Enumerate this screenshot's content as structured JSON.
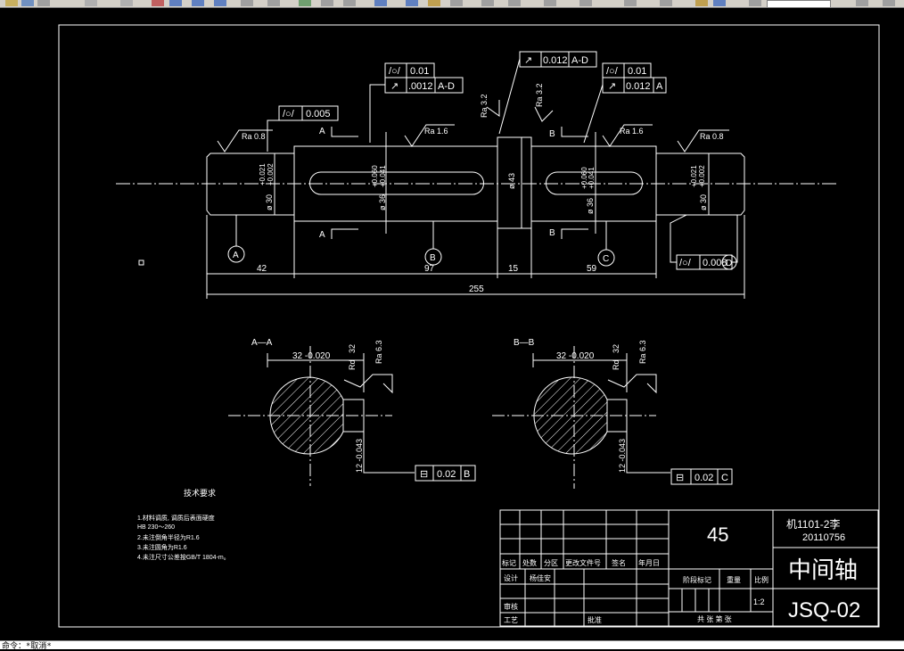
{
  "drawing": {
    "dims": {
      "d42": "42",
      "d97": "97",
      "d15": "15",
      "d59": "59",
      "d255": "255"
    },
    "diameters": {
      "left": "ø 30",
      "keyA": "ø 36",
      "collar": "ø 43",
      "keyB": "ø 36",
      "right": "ø 30"
    },
    "tolerances": {
      "left_up": "+0.021",
      "left_low": "+0.002",
      "keyA_up": "+0.060",
      "keyA_low": "+0.041",
      "keyB_up": "+0.060",
      "keyB_low": "+0.041",
      "right_up": "+0.021",
      "right_low": "+0.002"
    },
    "gdt": {
      "g1_sym": "/○/",
      "g1_val": "0.005",
      "g2a_val": "0.01",
      "g2b_val": ".0012",
      "g2b_ref": "A-D",
      "g3_val": "0.012",
      "g3_ref": "A-D",
      "g4a_val": "0.01",
      "g4b_val": "0.012",
      "g4b_ref": "A",
      "g5_val": "0.008",
      "g6_val": "0.02",
      "g6_ref": "B",
      "g7_val": "0.02",
      "g7_ref": "C"
    },
    "roughness": {
      "ra08": "Ra  0.8",
      "ra16": "Ra  1.6",
      "ra32": "Ra 3.2",
      "ra63": "Ra 6.3"
    },
    "datums": {
      "A": "A",
      "B": "B",
      "C": "C",
      "D": "D"
    },
    "sections": {
      "AA_label": "A—A",
      "BB_label": "B—B",
      "keywidth": "32 -0.020",
      "keydepth": "12 -0.043",
      "rd": "Rd"
    },
    "cut_labels": {
      "A": "A",
      "B": "B"
    }
  },
  "notes": {
    "title": "技术要求",
    "lines": [
      "1.材料调质, 调质后表面硬度",
      "  HB 230～260",
      "2.未注倒角半径为R1.6",
      "3.未注圆角为R1.6",
      "4.未注尺寸公差按GB/T 1804-m。"
    ]
  },
  "titleblock": {
    "material": "45",
    "school": "机1101-2李",
    "number": "20110756",
    "part_name": "中间轴",
    "code": "JSQ-02",
    "hdr": [
      "标记",
      "处数",
      "分区",
      "更改文件号",
      "签名",
      "年月日"
    ],
    "design": "设计",
    "designer": "杨佳安",
    "check": "审核",
    "process": "工艺",
    "approve": "批准",
    "stage": "阶段标记",
    "weight": "重量",
    "scale_label": "比例",
    "scale": "1:2",
    "sheets": "共 张  第 张"
  },
  "command_line": "命令：*取消*"
}
